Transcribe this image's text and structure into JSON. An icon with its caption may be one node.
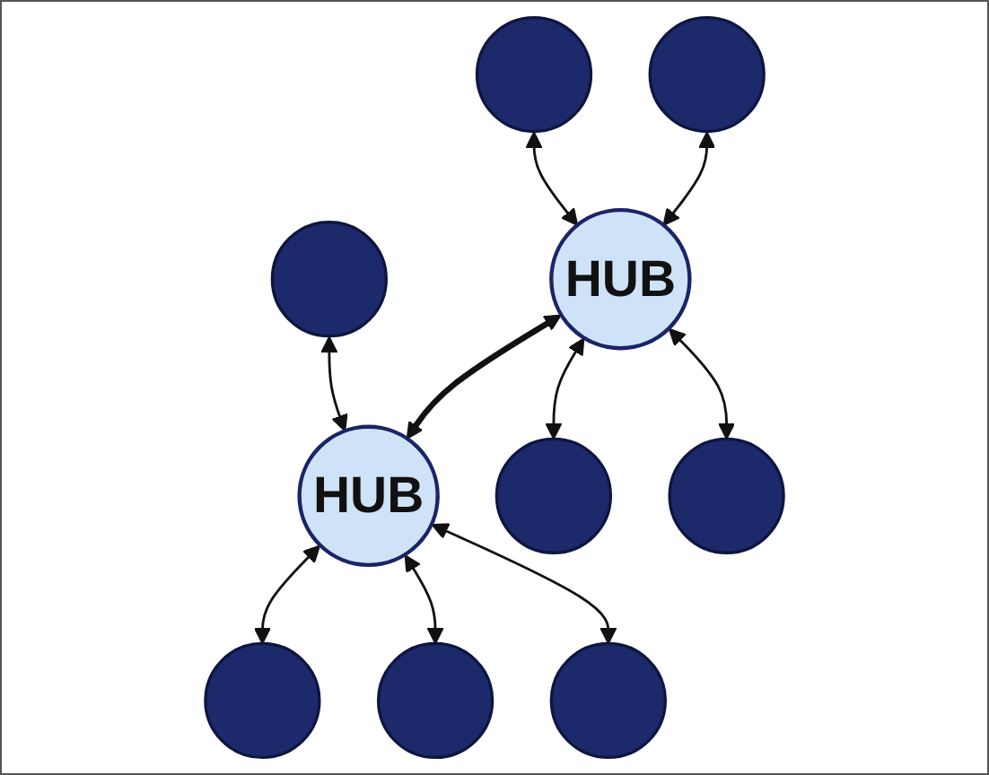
{
  "diagram": {
    "nodes": [
      {
        "text": [
          "HUB"
        ]
      },
      {
        "text": [
          "HUB"
        ]
      },
      {
        "text": [],
        "shape": "circle"
      },
      {
        "text": [],
        "shape": "circle"
      },
      {
        "text": [],
        "shape": "circle"
      },
      {
        "text": [],
        "shape": "circle"
      },
      {
        "text": [],
        "shape": "circle"
      },
      {
        "text": [],
        "shape": "circle"
      },
      {
        "text": [],
        "shape": "circle"
      },
      {
        "text": [],
        "shape": "circle"
      }
    ],
    "edges": [
      {
        "from": 0,
        "to": 1,
        "arrow": "both",
        "style": "thick"
      },
      {
        "from": 2,
        "to": 0,
        "arrow": "both"
      },
      {
        "from": 3,
        "to": 0,
        "arrow": "both"
      },
      {
        "from": 0,
        "to": 4,
        "arrow": "both"
      },
      {
        "from": 0,
        "to": 5,
        "arrow": "both"
      },
      {
        "from": 6,
        "to": 1,
        "arrow": "both"
      },
      {
        "from": 1,
        "to": 7,
        "arrow": "both"
      },
      {
        "from": 1,
        "to": 8,
        "arrow": "both"
      },
      {
        "from": 1,
        "to": 9,
        "arrow": "both"
      }
    ]
  }
}
